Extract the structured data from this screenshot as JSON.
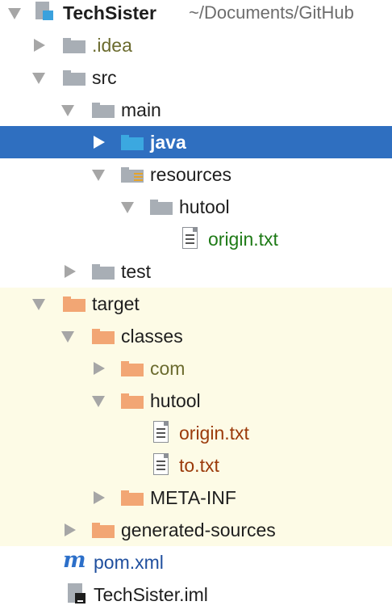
{
  "project": {
    "name": "TechSister",
    "path": "~/Documents/GitHub"
  },
  "tree": [
    {
      "label": "TechSister",
      "kind": "module"
    },
    {
      "label": ".idea",
      "kind": "folder"
    },
    {
      "label": "src",
      "kind": "folder"
    },
    {
      "label": "main",
      "kind": "folder"
    },
    {
      "label": "java",
      "kind": "source-folder",
      "selected": true
    },
    {
      "label": "resources",
      "kind": "resources-folder"
    },
    {
      "label": "hutool",
      "kind": "folder"
    },
    {
      "label": "origin.txt",
      "kind": "text-file"
    },
    {
      "label": "test",
      "kind": "folder"
    },
    {
      "label": "target",
      "kind": "excluded-folder"
    },
    {
      "label": "classes",
      "kind": "excluded-folder"
    },
    {
      "label": "com",
      "kind": "excluded-folder"
    },
    {
      "label": "hutool",
      "kind": "excluded-folder"
    },
    {
      "label": "origin.txt",
      "kind": "text-file"
    },
    {
      "label": "to.txt",
      "kind": "text-file"
    },
    {
      "label": "META-INF",
      "kind": "excluded-folder"
    },
    {
      "label": "generated-sources",
      "kind": "excluded-folder"
    },
    {
      "label": "pom.xml",
      "kind": "maven-file"
    },
    {
      "label": "TechSister.iml",
      "kind": "iml-file"
    }
  ],
  "colors": {
    "selection": "#2f6fc0",
    "excluded_background": "#fdfbe6",
    "folder_gray": "#a8aeb5",
    "folder_orange": "#f2a674",
    "folder_blue": "#3ba8e0",
    "resource_file_text": "#1e7a16",
    "output_file_text": "#9b3a0a"
  },
  "icons": {
    "maven": "m"
  }
}
